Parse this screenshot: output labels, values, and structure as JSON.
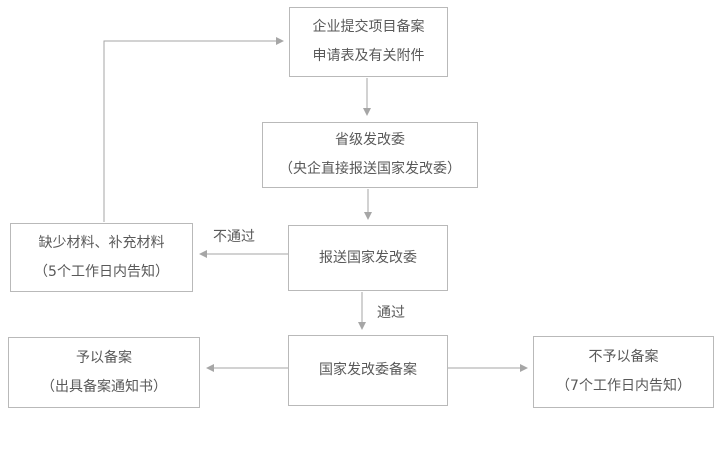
{
  "flowchart": {
    "nodes": {
      "submit_application": {
        "line1": "企业提交项目备案",
        "line2": "申请表及有关附件"
      },
      "provincial_drc": {
        "line1": "省级发改委",
        "line2": "（央企直接报送国家发改委）"
      },
      "report_national_drc": {
        "line1": "报送国家发改委"
      },
      "missing_materials": {
        "line1": "缺少材料、补充材料",
        "line2": "（5个工作日内告知）"
      },
      "national_drc_filing": {
        "line1": "国家发改委备案"
      },
      "filing_granted": {
        "line1": "予以备案",
        "line2": "（出具备案通知书）"
      },
      "filing_denied": {
        "line1": "不予以备案",
        "line2": "（7个工作日内告知）"
      }
    },
    "edge_labels": {
      "not_passed": "不通过",
      "passed": "通过"
    },
    "colors": {
      "background": "#ffffff",
      "box_border": "#b9b9b9",
      "text": "#595959",
      "arrow": "#a6a6a6"
    }
  }
}
